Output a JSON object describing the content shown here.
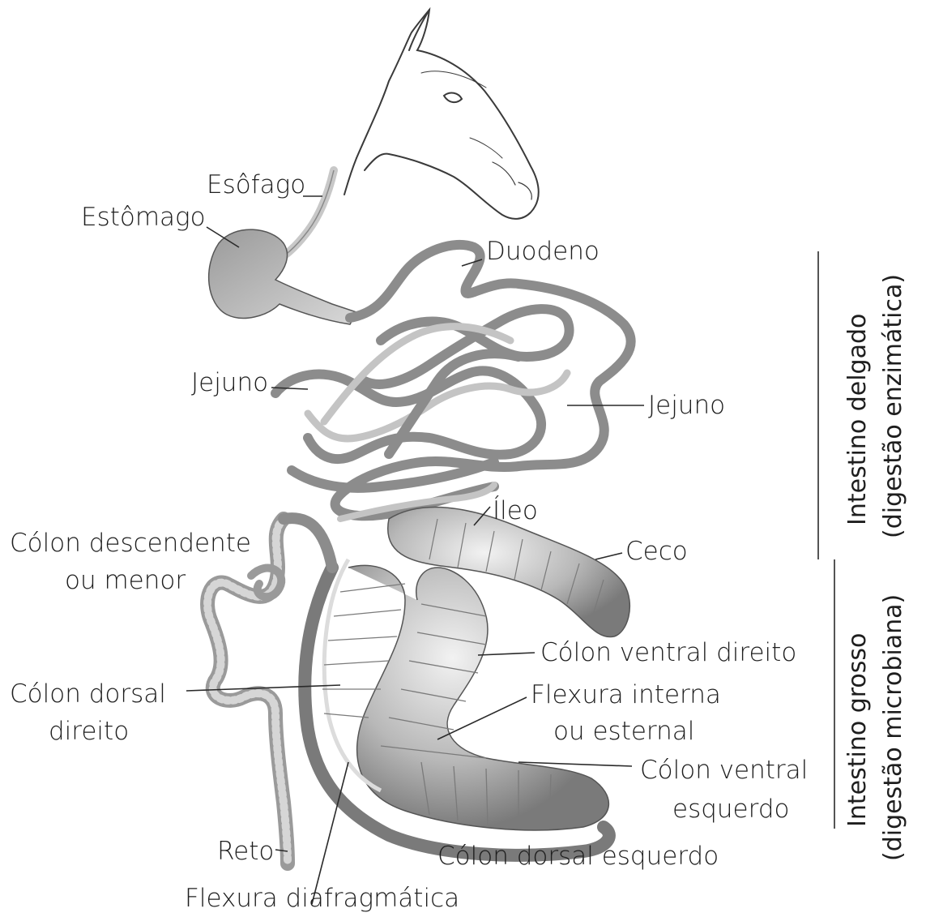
{
  "labels": {
    "esofago": "Esôfago",
    "estomago": "Estômago",
    "duodeno": "Duodeno",
    "jejuno_left": "Jejuno",
    "jejuno_right": "Jejuno",
    "ileo": "Íleo",
    "ceco": "Ceco",
    "colon_descendente_1": "Cólon descendente",
    "colon_descendente_2": "ou menor",
    "colon_ventral_direito": "Cólon ventral direito",
    "flexura_interna_1": "Flexura interna",
    "flexura_interna_2": "ou esternal",
    "colon_dorsal_direito_1": "Cólon dorsal",
    "colon_dorsal_direito_2": "direito",
    "colon_ventral_esquerdo_1": "Cólon ventral",
    "colon_ventral_esquerdo_2": "esquerdo",
    "reto": "Reto",
    "colon_dorsal_esquerdo": "Cólon dorsal esquerdo",
    "flexura_diafragmatica": "Flexura diafragmática"
  },
  "side": {
    "delgado_1": "Intestino delgado",
    "delgado_2": "(digestão enzimática)",
    "grosso_1": "Intestino grosso",
    "grosso_2": "(digestão microbiana)"
  },
  "colors": {
    "tube": "#8c8c8c",
    "tube_light": "#c4c4c4",
    "segment": "#b0b0b0",
    "text": "#1e1e1e"
  }
}
